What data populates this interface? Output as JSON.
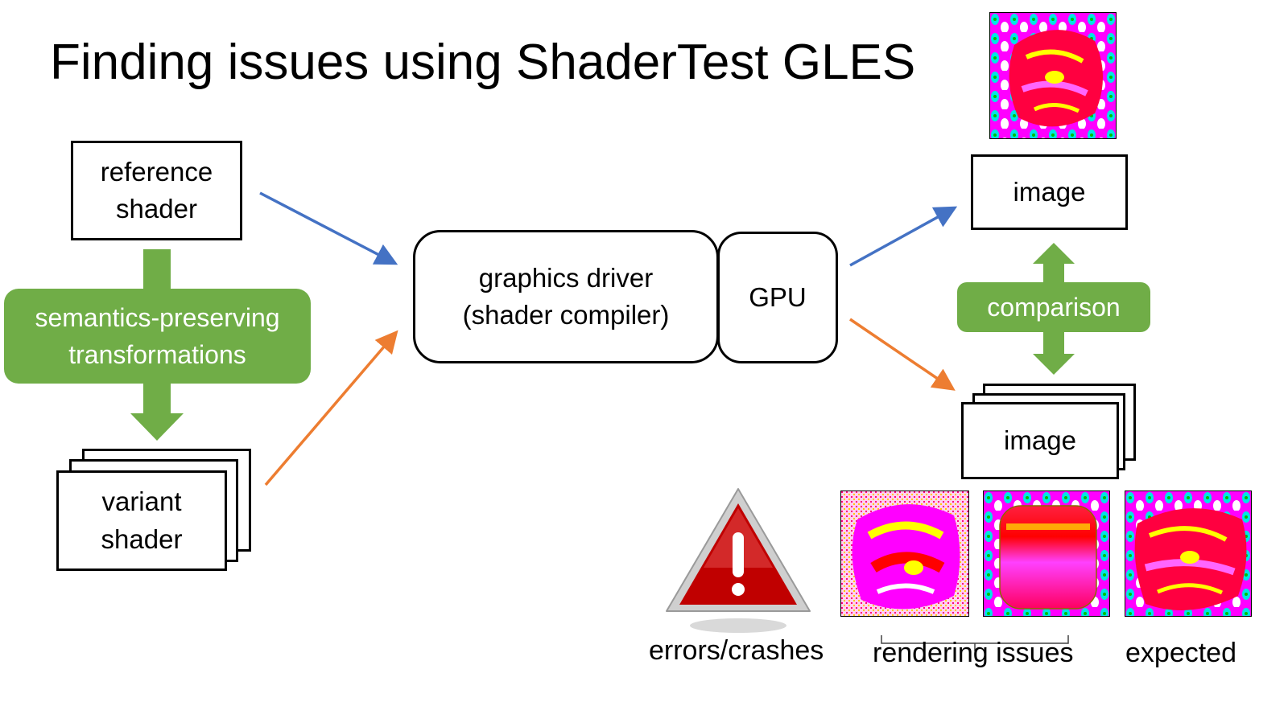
{
  "title": "Finding issues using ShaderTest GLES",
  "nodes": {
    "reference_shader": [
      "reference",
      "shader"
    ],
    "transformations": [
      "semantics-preserving",
      "transformations"
    ],
    "variant_shader": [
      "variant",
      "shader"
    ],
    "driver": [
      "graphics driver",
      "(shader compiler)"
    ],
    "gpu": "GPU",
    "image_top": "image",
    "comparison": "comparison",
    "image_bottom": "image"
  },
  "captions": {
    "errors": "errors/crashes",
    "rendering": "rendering issues",
    "expected": "expected"
  },
  "colors": {
    "reference_flow": "#4472c4",
    "variant_flow": "#ed7d31",
    "transform": "#70ad47",
    "warning_red": "#c00000"
  },
  "icons": {
    "warning": "warning-triangle-icon"
  }
}
